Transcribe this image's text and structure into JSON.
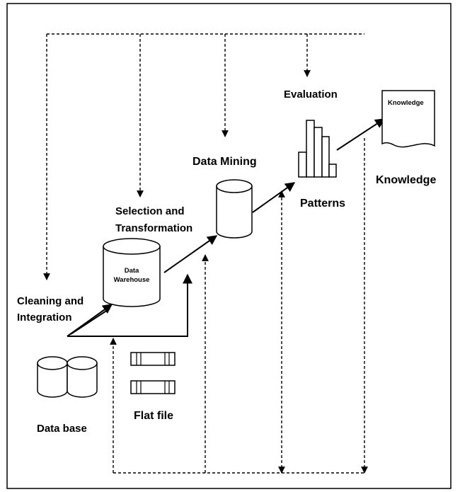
{
  "diagram": {
    "stages": {
      "cleaning_integration": [
        "Cleaning and",
        "Integration"
      ],
      "selection_transformation": [
        "Selection and",
        "Transformation"
      ],
      "data_mining": "Data Mining",
      "evaluation": "Evaluation"
    },
    "nodes": {
      "data_base": "Data base",
      "flat_file": "Flat file",
      "data_warehouse": [
        "Data",
        "Warehouse"
      ],
      "patterns": "Patterns",
      "knowledge_doc": "Knowledge",
      "knowledge": "Knowledge"
    }
  }
}
